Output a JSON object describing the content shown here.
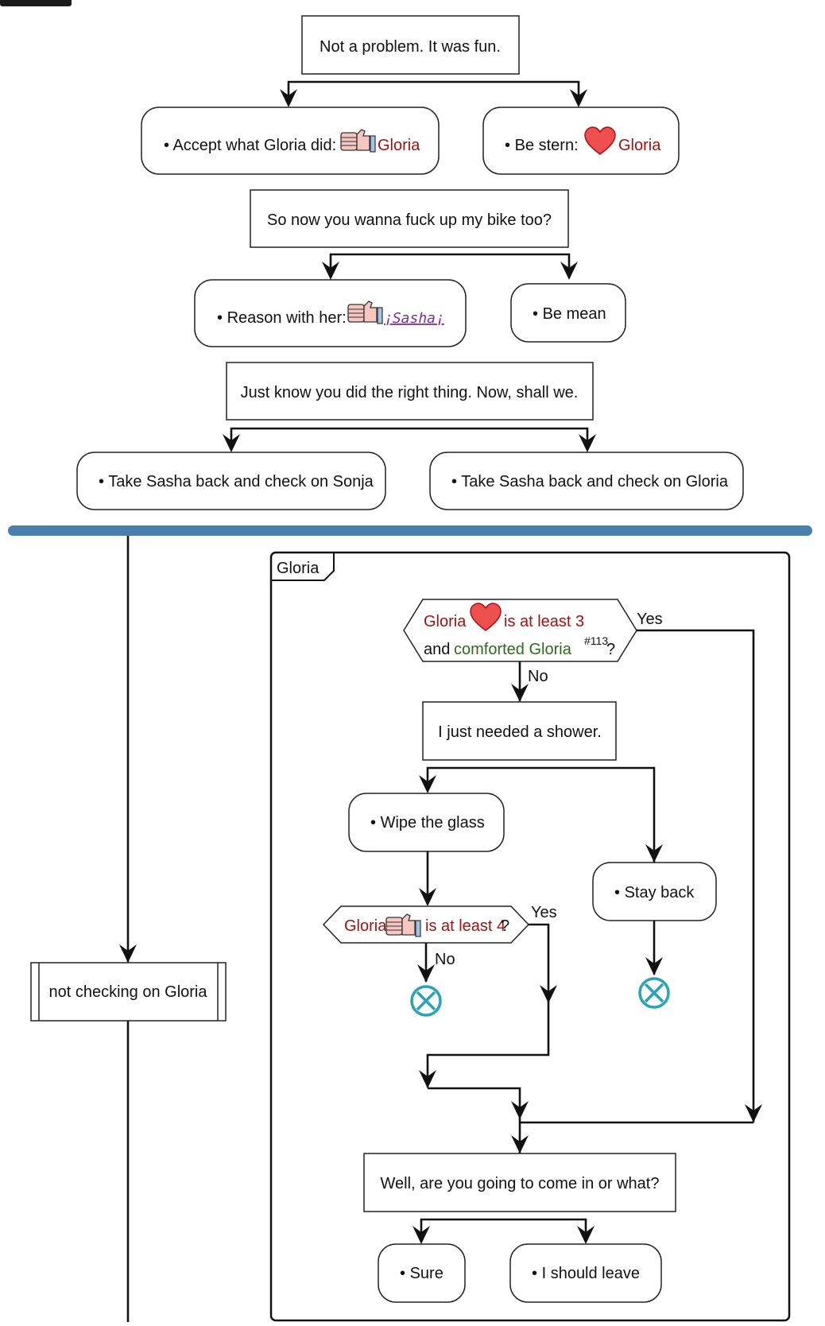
{
  "nodes": {
    "q1": "Not a problem. It was fun.",
    "o1a": {
      "bullet": "•",
      "text": "Accept what Gloria did:",
      "char": "Gloria"
    },
    "o1b": {
      "bullet": "•",
      "text": "Be stern:",
      "char": "Gloria"
    },
    "q2": "So now you wanna fuck up my bike too?",
    "o2a": {
      "bullet": "•",
      "text": "Reason with her:",
      "char": "¡Sasha¡"
    },
    "o2b": {
      "bullet": "•",
      "text": "Be mean"
    },
    "q3": "Just know you did the right thing. Now, shall we.",
    "o3a": {
      "bullet": "•",
      "text": "Take Sasha back and check on Sonja"
    },
    "o3b": {
      "bullet": "•",
      "text": "Take Sasha back and check on Gloria"
    },
    "left_sub": "not checking on Gloria",
    "frame_title": "Gloria",
    "cond1": {
      "char": "Gloria",
      "tail": "is at least 3",
      "and": "and",
      "var": "comforted Gloria",
      "sup": "#113",
      "q": "?"
    },
    "yes": "Yes",
    "no": "No",
    "q4": "I just needed a shower.",
    "o4a": {
      "bullet": "•",
      "text": "Wipe the glass"
    },
    "o4b": {
      "bullet": "•",
      "text": "Stay back"
    },
    "cond2": {
      "char": "Gloria",
      "tail": "is at least 4",
      "q": "?"
    },
    "q5": "Well, are you going to come in or what?",
    "o5a": {
      "bullet": "•",
      "text": "Sure"
    },
    "o5b": {
      "bullet": "•",
      "text": "I should leave"
    }
  },
  "icons": {
    "thumbs_up": "thumbs-up-icon",
    "heart": "heart-icon",
    "end": "end-node-icon"
  },
  "colors": {
    "character": "#a01212",
    "variable": "#2f6a1a",
    "link": "#7a2c9e",
    "fork_bar": "#4a7eab",
    "end_node": "#2aa2b8"
  }
}
